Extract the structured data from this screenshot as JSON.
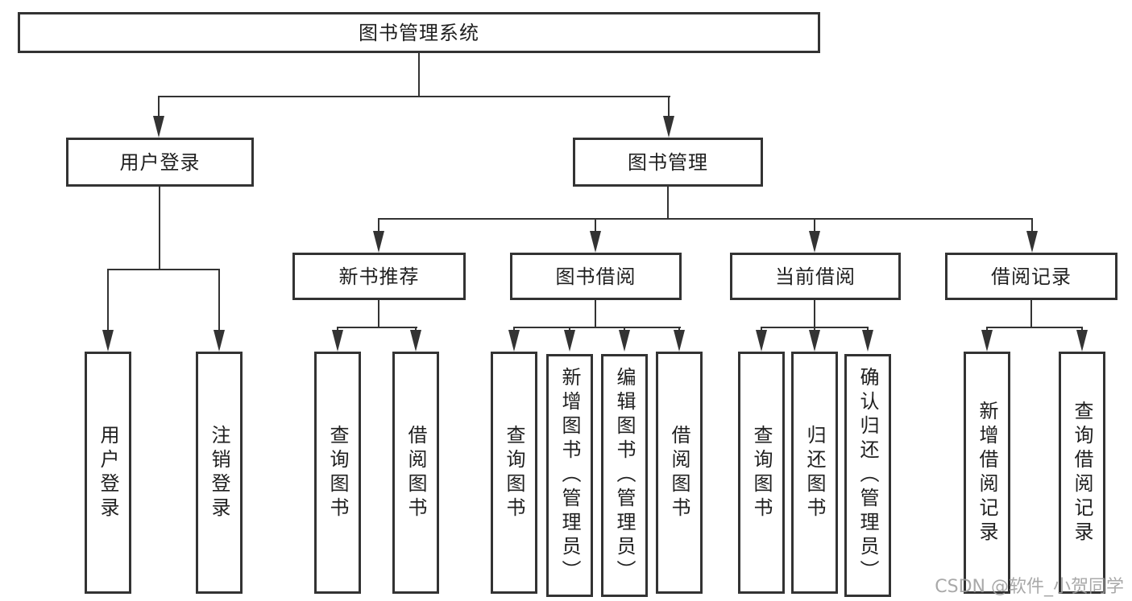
{
  "diagram": {
    "type": "hierarchy-tree",
    "title": "图书管理系统",
    "watermark": "CSDN @软件_小贺同学",
    "colors": {
      "line": "#333333",
      "text": "#1f1f1f",
      "background": "#ffffff",
      "box_fill": "#ffffff",
      "watermark": "#a0a0a0"
    },
    "nodes": {
      "root": {
        "id": "library-management-system",
        "label": "图书管理系统"
      },
      "level2": [
        {
          "id": "user-login",
          "label": "用户登录",
          "parent": "library-management-system"
        },
        {
          "id": "book-management",
          "label": "图书管理",
          "parent": "library-management-system"
        }
      ],
      "level3": [
        {
          "id": "new-book-recommendation",
          "label": "新书推荐",
          "parent": "book-management"
        },
        {
          "id": "book-borrowing",
          "label": "图书借阅",
          "parent": "book-management"
        },
        {
          "id": "current-borrowing",
          "label": "当前借阅",
          "parent": "book-management"
        },
        {
          "id": "borrowing-records",
          "label": "借阅记录",
          "parent": "book-management"
        }
      ],
      "leaves": [
        {
          "id": "leaf-user-login",
          "label": "用户登录",
          "parent": "user-login"
        },
        {
          "id": "leaf-logout",
          "label": "注销登录",
          "parent": "user-login"
        },
        {
          "id": "leaf-rec-query-books",
          "label": "查询图书",
          "parent": "new-book-recommendation"
        },
        {
          "id": "leaf-rec-borrow-books",
          "label": "借阅图书",
          "parent": "new-book-recommendation"
        },
        {
          "id": "leaf-bb-query-books",
          "label": "查询图书",
          "parent": "book-borrowing"
        },
        {
          "id": "leaf-bb-add-books-admin",
          "label": "新增图书（管理员）",
          "parent": "book-borrowing"
        },
        {
          "id": "leaf-bb-edit-books-admin",
          "label": "编辑图书（管理员）",
          "parent": "book-borrowing"
        },
        {
          "id": "leaf-bb-borrow-books",
          "label": "借阅图书",
          "parent": "book-borrowing"
        },
        {
          "id": "leaf-cb-query-books",
          "label": "查询图书",
          "parent": "current-borrowing"
        },
        {
          "id": "leaf-cb-return-books",
          "label": "归还图书",
          "parent": "current-borrowing"
        },
        {
          "id": "leaf-cb-confirm-return-admin",
          "label": "确认归还（管理员）",
          "parent": "current-borrowing"
        },
        {
          "id": "leaf-br-add-record",
          "label": "新增借阅记录",
          "parent": "borrowing-records"
        },
        {
          "id": "leaf-br-query-record",
          "label": "查询借阅记录",
          "parent": "borrowing-records"
        }
      ]
    }
  }
}
